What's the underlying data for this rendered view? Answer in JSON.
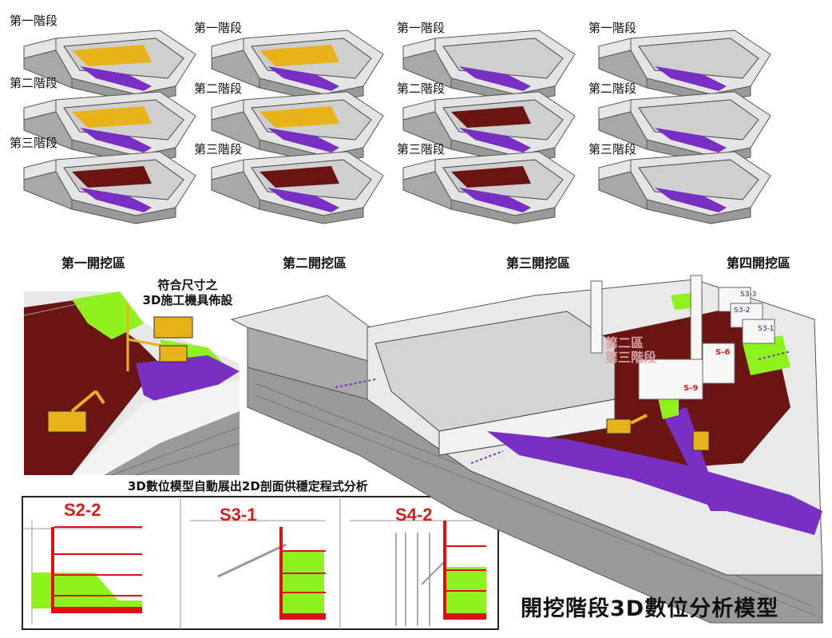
{
  "stage_labels": [
    "第一階段",
    "第二階段",
    "第三階段"
  ],
  "zones": [
    "第一開挖區",
    "第二開挖區",
    "第三開挖區",
    "第四開挖區"
  ],
  "callout": {
    "line1": "符合尺寸之",
    "line2": "3D施工機具佈設"
  },
  "caption": "3D數位模型自動展出2D剖面供穩定程式分析",
  "sections": [
    "S2-2",
    "S3-1",
    "S4-2"
  ],
  "main_title": "開挖階段3D數位分析模型",
  "model_labels": {
    "zone": "第二區",
    "stage": "第三階段",
    "s6": "S-6",
    "s9": "S-9",
    "s33": "S3-3",
    "s32": "S3-2",
    "s31": "S3-1"
  },
  "colors": {
    "slab": "#cfcfcf",
    "maroon": "#6b1414",
    "purple": "#7a2fc4",
    "green": "#8ef21f",
    "yellow": "#e8b21a",
    "wall": "#9a9a9a",
    "red": "#e01010"
  }
}
